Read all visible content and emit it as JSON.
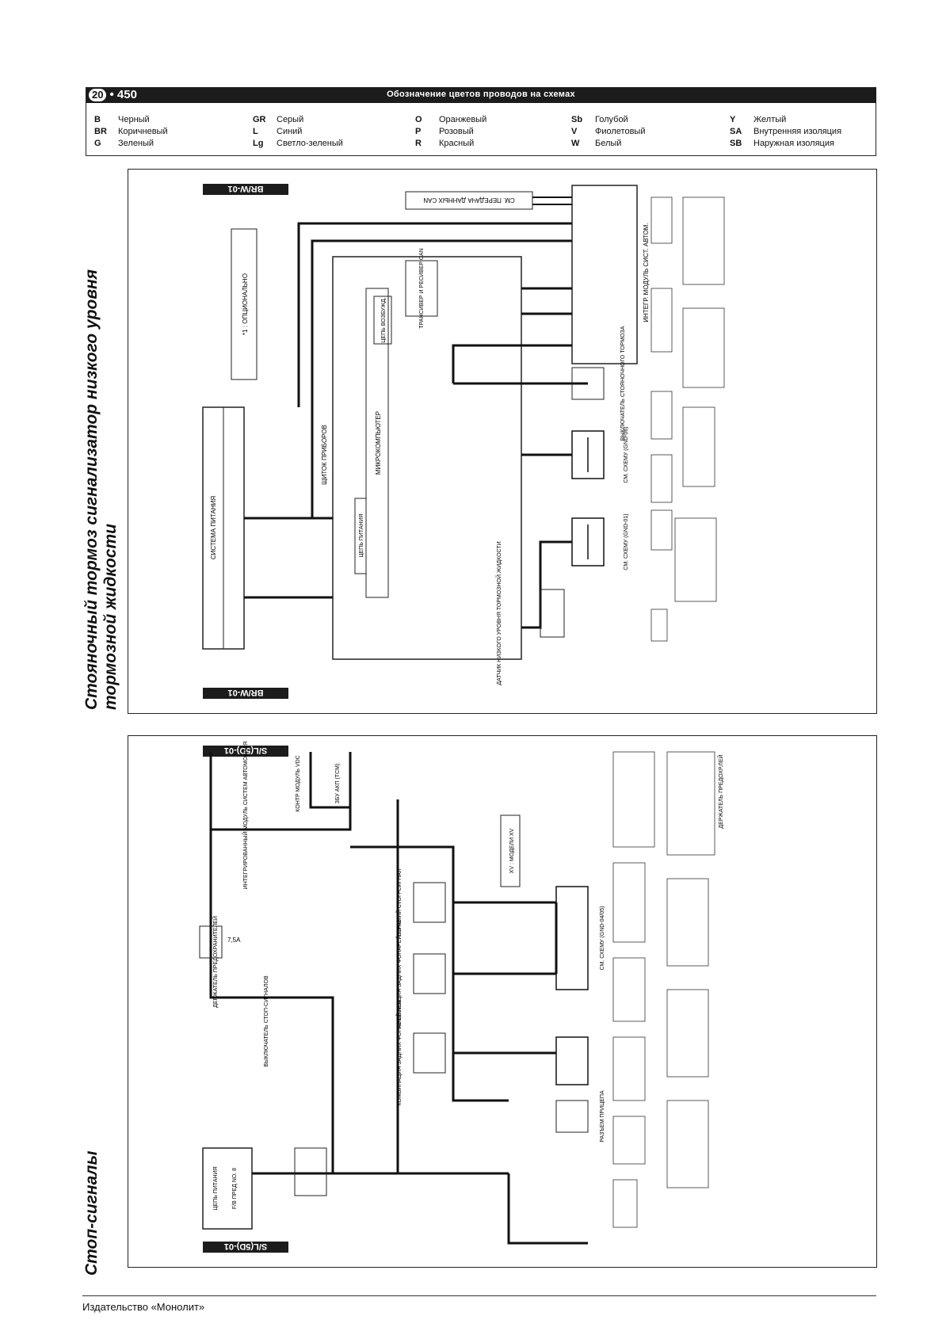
{
  "header": {
    "section": "20",
    "page": "• 450",
    "title": "Обозначение цветов проводов на схемах"
  },
  "legend": {
    "columns": [
      [
        {
          "code": "B",
          "name": "Черный"
        },
        {
          "code": "BR",
          "name": "Коричневый"
        },
        {
          "code": "G",
          "name": "Зеленый"
        }
      ],
      [
        {
          "code": "GR",
          "name": "Серый"
        },
        {
          "code": "L",
          "name": "Синий"
        },
        {
          "code": "Lg",
          "name": "Светло-зеленый"
        }
      ],
      [
        {
          "code": "O",
          "name": "Оранжевый"
        },
        {
          "code": "P",
          "name": "Розовый"
        },
        {
          "code": "R",
          "name": "Красный"
        }
      ],
      [
        {
          "code": "Sb",
          "name": "Голубой"
        },
        {
          "code": "V",
          "name": "Фиолетовый"
        },
        {
          "code": "W",
          "name": "Белый"
        }
      ],
      [
        {
          "code": "Y",
          "name": "Желтый"
        },
        {
          "code": "SA",
          "name": "Внутренняя изоляция"
        },
        {
          "code": "SB",
          "name": "Наружная изоляция"
        }
      ]
    ]
  },
  "diagram1": {
    "caption_line1": "Стояночный тормоз сигнализатор низкого уровня",
    "caption_line2": "тормозной жидкости",
    "tag": "BR/W-01",
    "power_system_label": "СИСТЕМА ПИТАНИЯ",
    "instrument_panel": "ЩИТОК ПРИБОРОВ",
    "microcomputer": "МИКРОКОМПЬЮТЕР",
    "power_circuit": "ЦЕПЬ ПИТАНИЯ",
    "excitation_circuit": "ЦЕПЬ ВОЗБУЖД.",
    "can_transceiver": "ТРАНСИВЕР И РЕСИВЕР CAN",
    "can_reference": "СМ. ПЕРЕДАЧА ДАННЫХ CAN",
    "integrated_module": "ИНТЕГР. МОДУЛЬ СИСТ. АВТОМ.",
    "parking_brake_switch": "ВЫКЛЮЧАТЕЛЬ СТОЯНОЧНОГО ТОРМОЗА",
    "fluid_level_sensor": "ДАТЧИК НИЗКОГО УРОВНЯ ТОРМОЗНОЙ ЖИДКОСТИ",
    "ground_ref_1": "СМ. СХЕМУ (GND-01)",
    "ground_ref_2": "СМ. СХЕМУ (GND-06)",
    "optional_note": "*1 : ОПЦИОНАЛЬНО"
  },
  "diagram2": {
    "caption": "Стоп-сигналы",
    "tag": "S/L(5D)-01",
    "power_label": "ЦЕПЬ ПИТАНИЯ",
    "fuse_label": "F/B ПРЕД NO. 8",
    "stop_switch": "ВЫКЛЮЧАТЕЛЬ СТОП-СИГНАЛОВ",
    "fuse_holder": "ДЕРЖАТЕЛЬ ПРЕДОХРАНИТЕЛЕЙ",
    "fuse_rating": "7,5A",
    "integrated_module": "ИНТЕГРИРОВАННЫЙ МОДУЛЬ СИСТЕМ АВТОМОБИЛЯ",
    "vdc_module": "КОНТР МОДУЛЬ VDC",
    "tcm": "ЗБУ АКП (TCM)",
    "upper_stop": "ВЕРХНИЙ СТОП-СИГНАЛ",
    "rear_right": "КОМБИНАЦИЯ ЗАДНИХ ФОНАРЕЙ ПРАВ",
    "rear_left": "КОМБИНАЦИЯ ЗАДНИХ ФОНАРЕЙ ЛЕВ",
    "trailer_connector": "РАЗЪЕМ ПРИЦЕПА",
    "ground_ref": "СМ. СХЕМУ (GND-04/05)",
    "xv_note": "XV : МОДЕЛИ XV",
    "fuse_holder_bottom": "ДЕРЖАТЕЛЬ ПРЕДОХР.ЛЕЙ"
  },
  "footer": {
    "publisher": "Издательство «Монолит»"
  }
}
